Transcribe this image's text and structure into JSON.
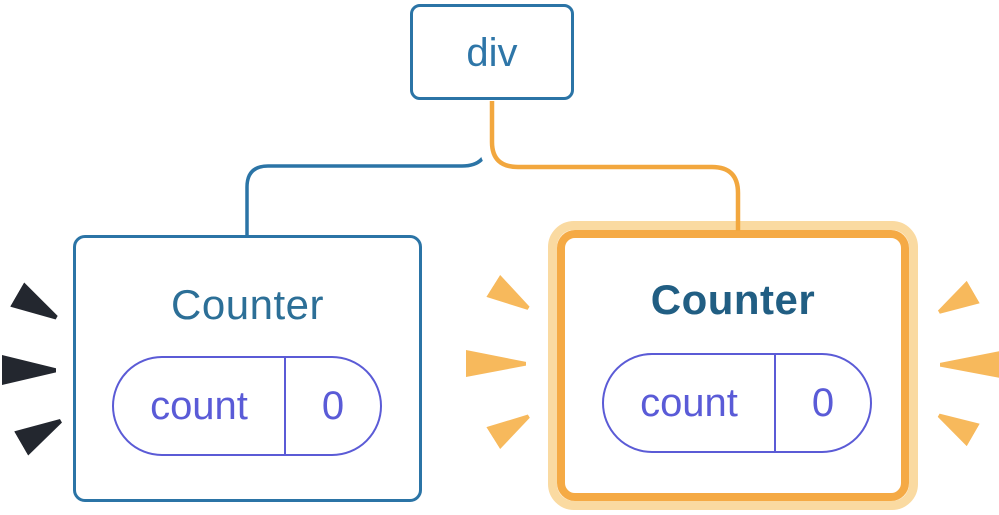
{
  "root_node": {
    "label": "div"
  },
  "left_counter": {
    "title": "Counter",
    "state_key": "count",
    "state_value": "0",
    "highlighted": false
  },
  "right_counter": {
    "title": "Counter",
    "state_key": "count",
    "state_value": "0",
    "highlighted": true
  },
  "colors": {
    "background": "#FFFFFF",
    "node_border_blue": "#2B74A6",
    "node_text_blue": "#2E76A8",
    "title_blue": "#2C6F97",
    "title_blue_bold": "#215E83",
    "state_indigo": "#5B5BD6",
    "connector_blue": "#2B74A6",
    "connector_orange": "#F2A73E",
    "highlight_border_orange": "#F5AA45",
    "highlight_glow_orange": "#FADAA1",
    "spark_orange": "#F7B95C",
    "spark_dark": "#23272F"
  }
}
